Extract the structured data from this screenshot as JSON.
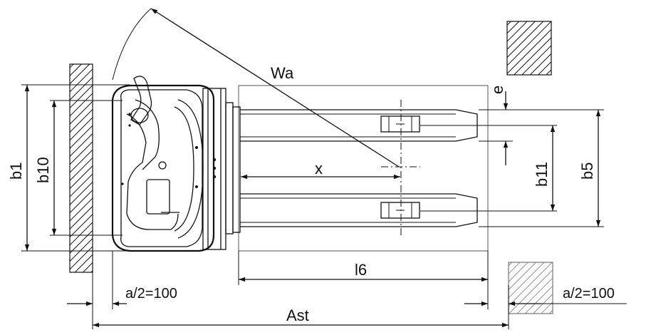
{
  "diagram": {
    "labels": {
      "wa": "Wa",
      "e": "e",
      "b1": "b1",
      "b10": "b10",
      "b11": "b11",
      "b5": "b5",
      "x": "x",
      "l6": "l6",
      "a_half_left": "a/2=100",
      "a_half_right": "a/2=100",
      "ast": "Ast"
    }
  }
}
